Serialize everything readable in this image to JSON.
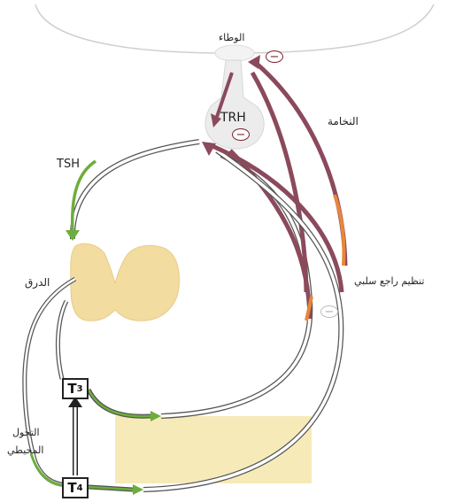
{
  "labels": {
    "hypothalamus": "الوطاء",
    "trh": "TRH",
    "pituitary": "النخامة",
    "tsh": "TSH",
    "thyroid": "الدرق",
    "peripheral_conversion_line1": "التحول",
    "peripheral_conversion_line2": "المحيطي",
    "regulation": "تنظيم راجع سلبي"
  },
  "hormones": {
    "t3_main": "T",
    "t3_sub": "3",
    "t4_main": "T",
    "t4_sub": "4"
  },
  "negative_sign": "−",
  "colors": {
    "feedback": "#8b4a5c",
    "stimulation": "#6cae3a",
    "orange": "#e8873a",
    "thyroid": "#f2dca0",
    "target_tissue": "#f6eab8"
  }
}
